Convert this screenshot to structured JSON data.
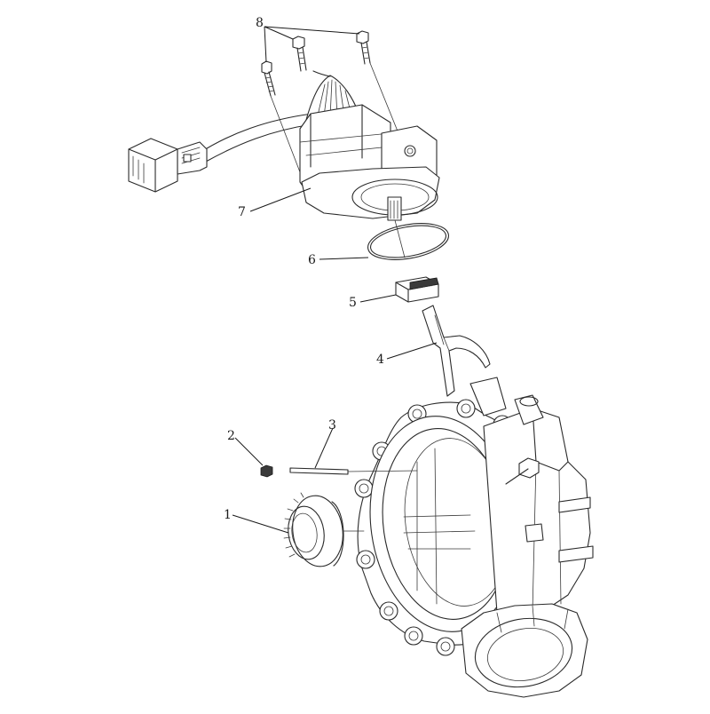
{
  "diagram": {
    "callouts": [
      {
        "id": "1",
        "label": "1"
      },
      {
        "id": "2",
        "label": "2"
      },
      {
        "id": "3",
        "label": "3"
      },
      {
        "id": "4",
        "label": "4"
      },
      {
        "id": "5",
        "label": "5"
      },
      {
        "id": "6",
        "label": "6"
      },
      {
        "id": "7",
        "label": "7"
      },
      {
        "id": "8",
        "label": "8"
      }
    ],
    "colors": {
      "line": "#2a2a2a",
      "background": "#ffffff"
    }
  }
}
